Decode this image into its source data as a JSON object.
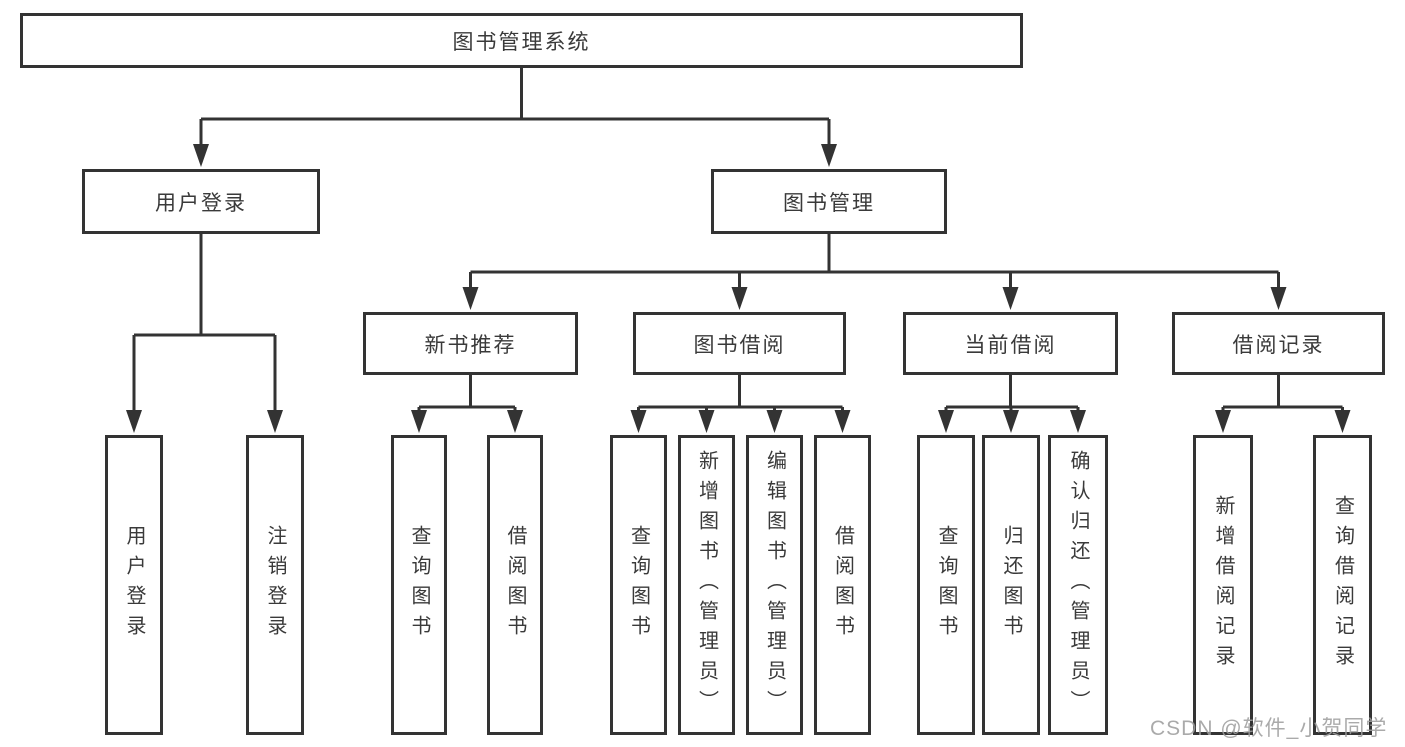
{
  "diagram": {
    "root": {
      "label": "图书管理系统"
    },
    "branches": [
      {
        "label": "用户登录",
        "children": [
          "用户登录",
          "注销登录"
        ]
      },
      {
        "label": "图书管理",
        "children": [
          {
            "label": "新书推荐",
            "children": [
              "查询图书",
              "借阅图书"
            ]
          },
          {
            "label": "图书借阅",
            "children": [
              "查询图书",
              "新增图书（管理员）",
              "编辑图书（管理员）",
              "借阅图书"
            ]
          },
          {
            "label": "当前借阅",
            "children": [
              "查询图书",
              "归还图书",
              "确认归还（管理员）"
            ]
          },
          {
            "label": "借阅记录",
            "children": [
              "新增借阅记录",
              "查询借阅记录"
            ]
          }
        ]
      }
    ],
    "line_color": "#333333",
    "text_color": "#3a3a3a"
  },
  "watermark": {
    "text": "CSDN @软件_小贺同学",
    "color": "#9e9e9e"
  }
}
